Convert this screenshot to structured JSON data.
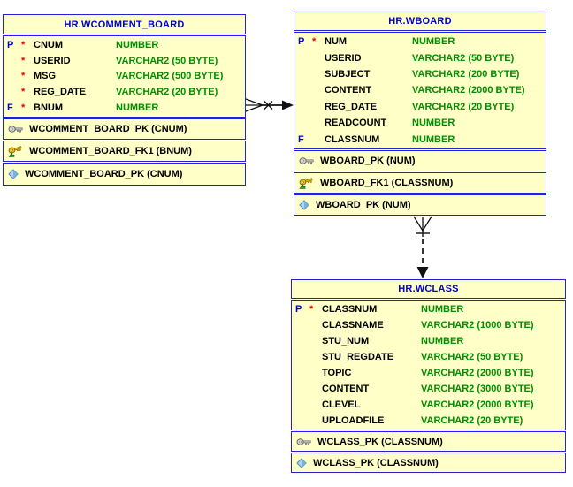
{
  "colors": {
    "entity_fill": "#FFFFC8",
    "entity_border": "#2424CE",
    "header_text": "#0000CF",
    "column_type_text": "#008F00",
    "key_flag_text": "#0000CF",
    "mandatory_star_text": "#EE0000",
    "relationship_line": "#111111"
  },
  "tables": [
    {
      "title": "HR.WCOMMENT_BOARD",
      "columns": [
        {
          "flag": "P",
          "star": "*",
          "name": "CNUM",
          "type": "NUMBER"
        },
        {
          "flag": "",
          "star": "*",
          "name": "USERID",
          "type": "VARCHAR2 (50 BYTE)"
        },
        {
          "flag": "",
          "star": "*",
          "name": "MSG",
          "type": "VARCHAR2 (500 BYTE)"
        },
        {
          "flag": "",
          "star": "*",
          "name": "REG_DATE",
          "type": "VARCHAR2 (20 BYTE)"
        },
        {
          "flag": "F",
          "star": "*",
          "name": "BNUM",
          "type": "NUMBER"
        }
      ],
      "keys": [
        {
          "icon": "primary-key-icon",
          "label": "WCOMMENT_BOARD_PK (CNUM)"
        },
        {
          "icon": "foreign-key-icon",
          "label": "WCOMMENT_BOARD_FK1 (BNUM)"
        },
        {
          "icon": "index-icon",
          "label": "WCOMMENT_BOARD_PK (CNUM)"
        }
      ]
    },
    {
      "title": "HR.WBOARD",
      "columns": [
        {
          "flag": "P",
          "star": "*",
          "name": "NUM",
          "type": "NUMBER"
        },
        {
          "flag": "",
          "star": "",
          "name": "USERID",
          "type": "VARCHAR2 (50 BYTE)"
        },
        {
          "flag": "",
          "star": "",
          "name": "SUBJECT",
          "type": "VARCHAR2 (200 BYTE)"
        },
        {
          "flag": "",
          "star": "",
          "name": "CONTENT",
          "type": "VARCHAR2 (2000 BYTE)"
        },
        {
          "flag": "",
          "star": "",
          "name": "REG_DATE",
          "type": "VARCHAR2 (20 BYTE)"
        },
        {
          "flag": "",
          "star": "",
          "name": "READCOUNT",
          "type": "NUMBER"
        },
        {
          "flag": "F",
          "star": "",
          "name": "CLASSNUM",
          "type": "NUMBER"
        }
      ],
      "keys": [
        {
          "icon": "primary-key-icon",
          "label": "WBOARD_PK (NUM)"
        },
        {
          "icon": "foreign-key-icon",
          "label": "WBOARD_FK1 (CLASSNUM)"
        },
        {
          "icon": "index-icon",
          "label": "WBOARD_PK (NUM)"
        }
      ]
    },
    {
      "title": "HR.WCLASS",
      "columns": [
        {
          "flag": "P",
          "star": "*",
          "name": "CLASSNUM",
          "type": "NUMBER"
        },
        {
          "flag": "",
          "star": "",
          "name": "CLASSNAME",
          "type": "VARCHAR2 (1000 BYTE)"
        },
        {
          "flag": "",
          "star": "",
          "name": "STU_NUM",
          "type": "NUMBER"
        },
        {
          "flag": "",
          "star": "",
          "name": "STU_REGDATE",
          "type": "VARCHAR2 (50 BYTE)"
        },
        {
          "flag": "",
          "star": "",
          "name": "TOPIC",
          "type": "VARCHAR2 (2000 BYTE)"
        },
        {
          "flag": "",
          "star": "",
          "name": "CONTENT",
          "type": "VARCHAR2 (3000 BYTE)"
        },
        {
          "flag": "",
          "star": "",
          "name": "CLEVEL",
          "type": "VARCHAR2 (2000 BYTE)"
        },
        {
          "flag": "",
          "star": "",
          "name": "UPLOADFILE",
          "type": "VARCHAR2 (20 BYTE)"
        }
      ],
      "keys": [
        {
          "icon": "primary-key-icon",
          "label": "WCLASS_PK (CLASSNUM)"
        },
        {
          "icon": "index-icon",
          "label": "WCLASS_PK (CLASSNUM)"
        }
      ]
    }
  ],
  "relationships": [
    {
      "from": "HR.WCOMMENT_BOARD",
      "to": "HR.WBOARD",
      "line_style": "solid",
      "from_end": "crow-foot with x mark",
      "to_end": "filled arrow"
    },
    {
      "from": "HR.WBOARD",
      "to": "HR.WCLASS",
      "line_style": "dashed",
      "from_end": "crow-foot with bar mark",
      "to_end": "filled arrow"
    }
  ]
}
